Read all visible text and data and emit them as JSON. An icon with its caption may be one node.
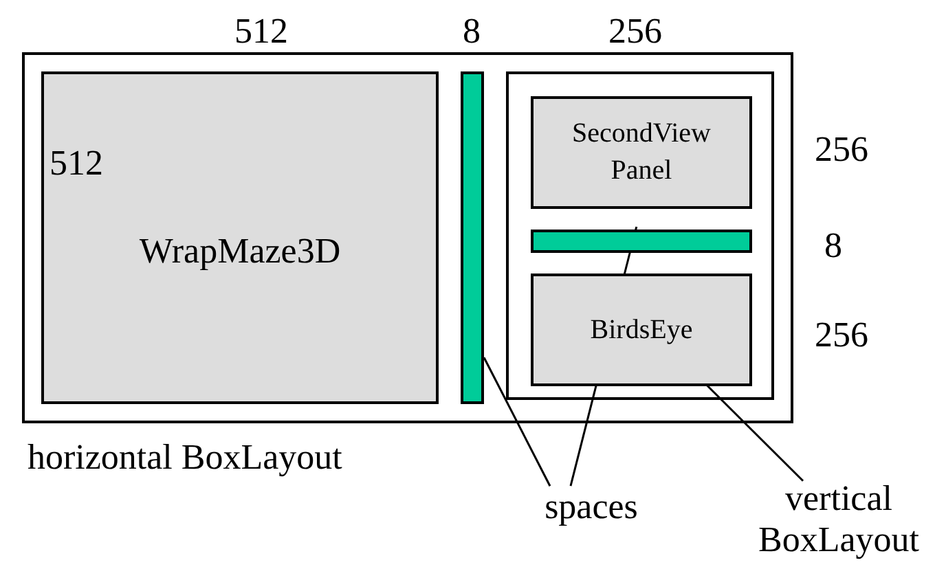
{
  "diagram": {
    "nodes": [
      {
        "text": [
          "horizontal BoxLayout"
        ]
      },
      {
        "text": [
          "512",
          "WrapMaze3D"
        ],
        "in": 0
      },
      {
        "text": [],
        "shape": "bar",
        "in": 0
      },
      {
        "text": [],
        "shape": "box",
        "in": 0
      },
      {
        "text": [
          "SecondView Panel"
        ],
        "in": 3
      },
      {
        "text": [],
        "shape": "bar",
        "in": 3
      },
      {
        "text": [
          "BirdsEye"
        ],
        "in": 3
      },
      {
        "text": [
          "spaces"
        ]
      },
      {
        "text": [
          "vertical BoxLayout"
        ]
      }
    ],
    "edges": [
      {
        "from": 7,
        "to": 2,
        "arrow": "none"
      },
      {
        "from": 7,
        "to": 5,
        "arrow": "none"
      },
      {
        "from": 8,
        "to": 6,
        "arrow": "none"
      }
    ],
    "labels": [
      "512",
      "8",
      "256",
      "256",
      "8",
      "256"
    ]
  }
}
